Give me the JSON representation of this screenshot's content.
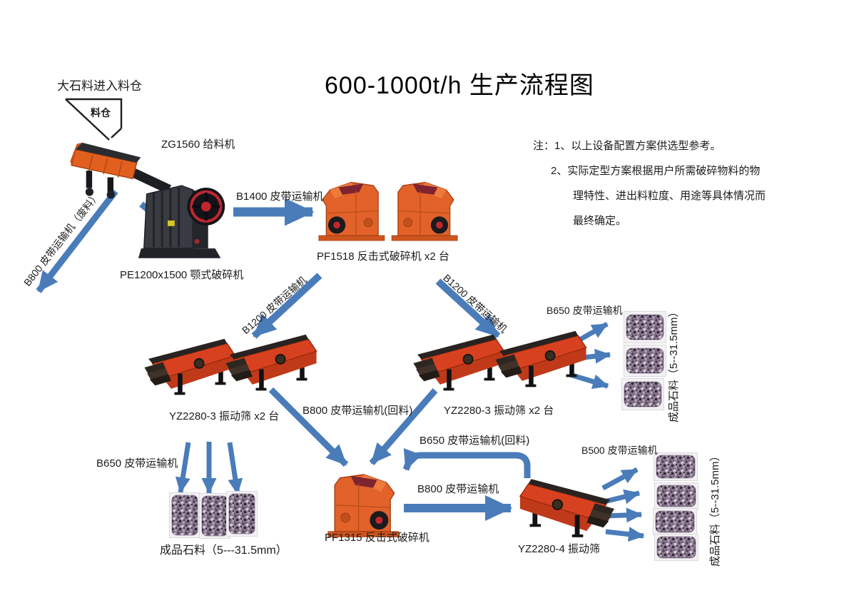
{
  "title": "600-1000t/h 生产流程图",
  "intake": {
    "label": "大石料进入料仓",
    "bin": "料仓"
  },
  "equipment": {
    "feeder": "ZG1560 给料机",
    "jaw_crusher": "PE1200x1500 颚式破碎机",
    "impact_crusher_pf1518": "PF1518 反击式破碎机 x2 台",
    "screens_left": "YZ2280-3 振动筛 x2 台",
    "screens_right": "YZ2280-3 振动筛 x2 台",
    "impact_crusher_pf1315": "PF1315 反击式破碎机",
    "screen_yz2280_4": "YZ2280-4 振动筛"
  },
  "conveyors": {
    "b800_waste": "B800 皮带运输机（废料）",
    "b1400": "B1400 皮带运输机",
    "b1200_left": "B1200 皮带运输机",
    "b1200_right": "B1200 皮带运输机",
    "b800_return": "B800 皮带运输机(回料)",
    "b650_left": "B650 皮带运输机",
    "b650_right": "B650 皮带运输机",
    "b650_return": "B650 皮带运输机(回料)",
    "b800_to_screen": "B800 皮带运输机",
    "b500": "B500 皮带运输机"
  },
  "products": {
    "left": "成品石料（5---31.5mm）",
    "top_right": "成品石料（5--31.5mm）",
    "bottom_right": "成品石料（5--31.5mm）"
  },
  "notes": [
    "注：1、以上设备配置方案供选型参考。",
    "2、实际定型方案根据用户所需破碎物料的物",
    "理特性、进出料粒度、用途等具体情况而",
    "最终确定。"
  ],
  "colors": {
    "arrow_fill": "#4a7cba",
    "machine_orange": "#e2622a",
    "screen_red": "#d8411f",
    "gravel_base": "#8f7e92"
  }
}
